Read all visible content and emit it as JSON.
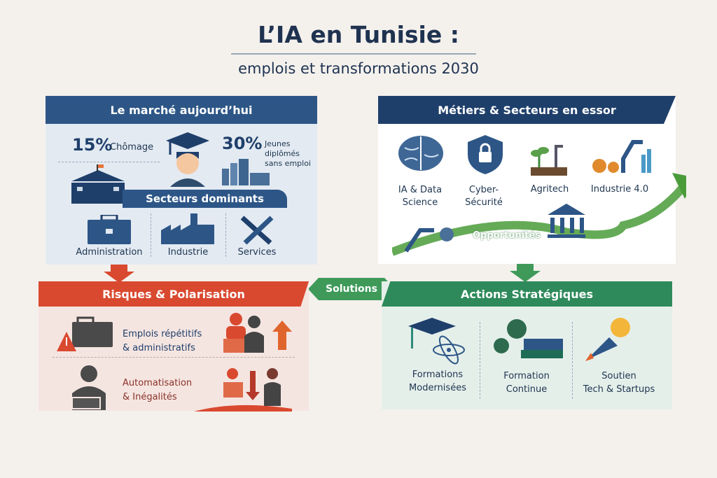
{
  "title": "L’IA en Tunisie :",
  "subtitle": "emplois et transformations 2030",
  "market": {
    "header": "Le marché aujourd’hui",
    "unemployment_pct": "15%",
    "unemployment_label": "Chômage",
    "graduates_pct": "30%",
    "graduates_label": [
      "Jeunes",
      "diplômés",
      "sans emploi"
    ],
    "sectors_banner": "Secteurs dominants",
    "sectors": [
      "Administration",
      "Industrie",
      "Services"
    ]
  },
  "growth": {
    "header": "Métiers & Secteurs en essor",
    "items": [
      {
        "label": [
          "IA & Data",
          "Science"
        ]
      },
      {
        "label": [
          "Cyber-",
          "Sécurité"
        ]
      },
      {
        "label": [
          "Agritech"
        ]
      },
      {
        "label": [
          "Industrie 4.0"
        ]
      }
    ],
    "opportunities": "Opportunités"
  },
  "risks": {
    "header": "Risques & Polarisation",
    "items": [
      {
        "label": [
          "Emplois répétitifs",
          "& administratifs"
        ]
      },
      {
        "label": [
          "Automatisation",
          "& Inégalités"
        ]
      }
    ]
  },
  "solutions": "Solutions",
  "actions": {
    "header": "Actions Stratégiques",
    "items": [
      {
        "label": [
          "Formations",
          "Modernisées"
        ]
      },
      {
        "label": [
          "Formation",
          "Continue"
        ]
      },
      {
        "label": [
          "Soutien",
          "Tech & Startups"
        ]
      }
    ]
  },
  "colors": {
    "navy": "#1f3f6b",
    "blue": "#2c5585",
    "red": "#d9492f",
    "green": "#2e8a5a"
  }
}
